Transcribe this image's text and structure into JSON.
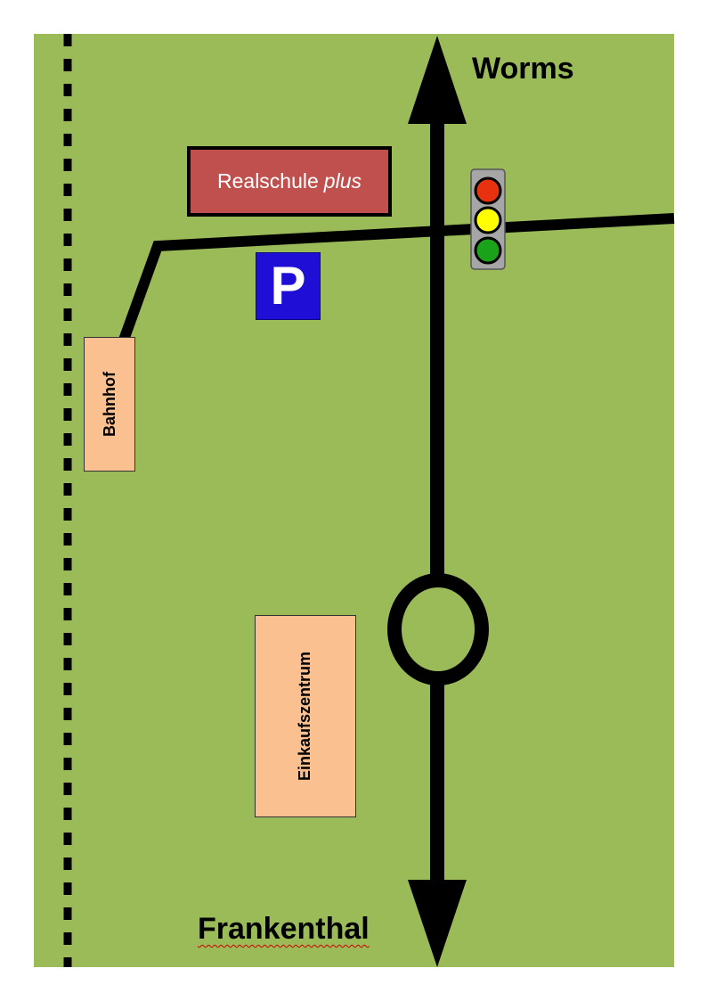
{
  "map": {
    "background_color": "#9bbb59",
    "destinations": {
      "north": "Worms",
      "south": "Frankenthal"
    },
    "school": {
      "name": "Realschule",
      "suffix": "plus",
      "color": "#c0504d"
    },
    "station": {
      "label": "Bahnhof",
      "color": "#fac090"
    },
    "mall": {
      "label": "Einkaufszentrum",
      "color": "#fac090"
    },
    "parking": {
      "symbol": "P",
      "color": "#1f0fd6"
    },
    "traffic_light": {
      "icon": "traffic-light-icon",
      "colors": [
        "#e8320f",
        "#ffff00",
        "#1aa31a"
      ]
    },
    "roundabout": {
      "icon": "roundabout-icon"
    },
    "railway": {
      "icon": "railway-line",
      "style": "dashed"
    }
  }
}
